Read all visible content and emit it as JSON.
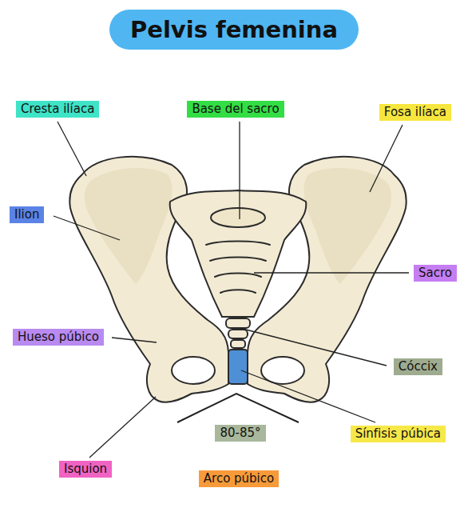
{
  "diagram": {
    "title": "Pelvis femenina",
    "nodes": [
      {
        "text": [
          "Cresta ilíaca"
        ]
      },
      {
        "text": [
          "Base del sacro"
        ]
      },
      {
        "text": [
          "Fosa ilíaca"
        ]
      },
      {
        "text": [
          "Ilion"
        ]
      },
      {
        "text": [
          "Sacro"
        ]
      },
      {
        "text": [
          "Hueso púbico"
        ]
      },
      {
        "text": [
          "Cóccix"
        ]
      },
      {
        "text": [
          "80-85°"
        ]
      },
      {
        "text": [
          "Sínfisis púbica"
        ]
      },
      {
        "text": [
          "Isquion"
        ]
      },
      {
        "text": [
          "Arco púbico"
        ]
      }
    ]
  }
}
